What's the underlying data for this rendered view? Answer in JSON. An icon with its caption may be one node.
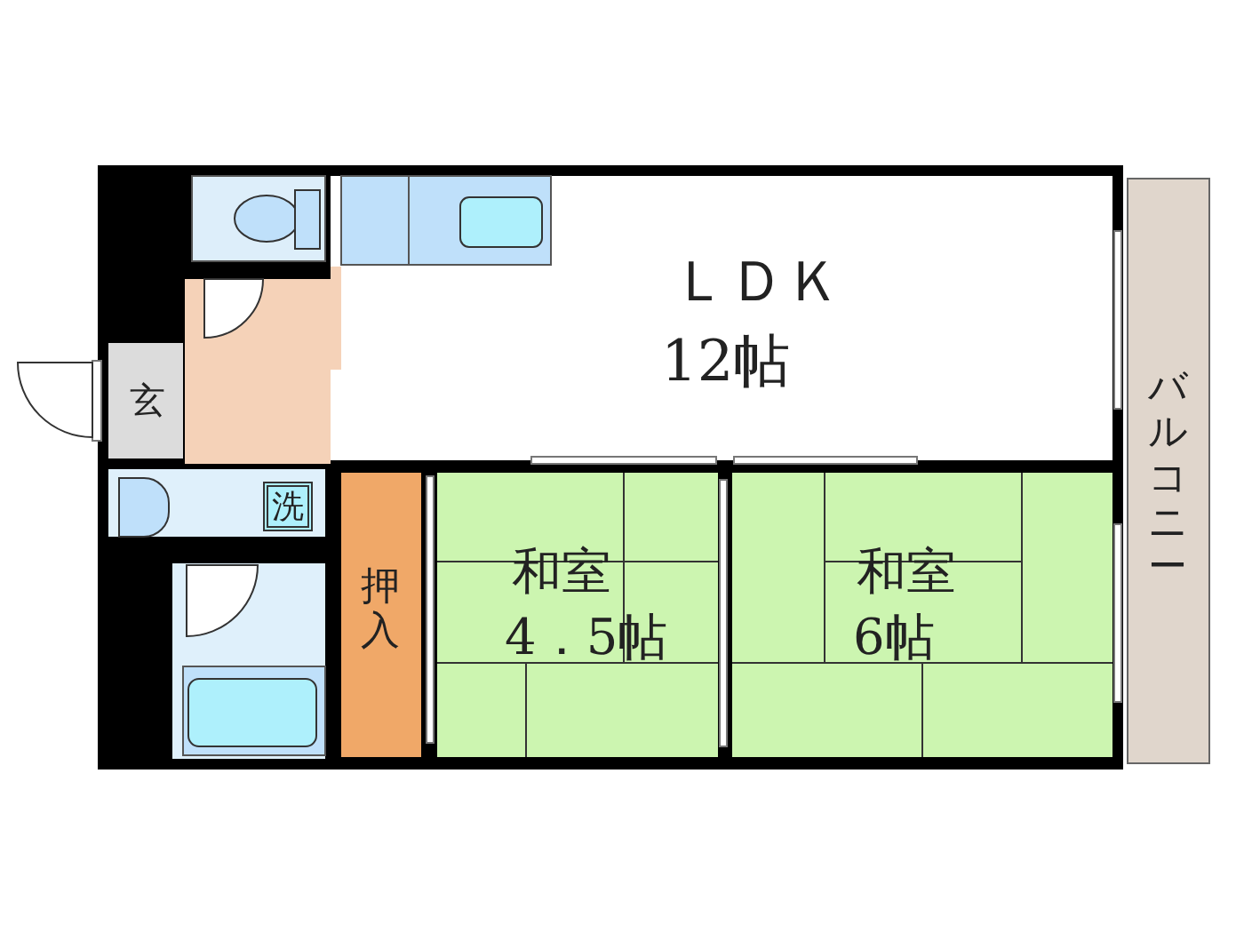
{
  "diagram": {
    "nodes": [
      {
        "text": [
          "ＬＤＫ",
          "12帖"
        ]
      },
      {
        "text": [
          "玄"
        ]
      },
      {
        "text": [
          "洗"
        ]
      },
      {
        "text": [
          "押入"
        ]
      },
      {
        "text": [
          "和室",
          "4．5帖"
        ]
      },
      {
        "text": [
          "和室",
          "6帖"
        ]
      },
      {
        "text": [
          "バルコニー"
        ]
      }
    ]
  }
}
